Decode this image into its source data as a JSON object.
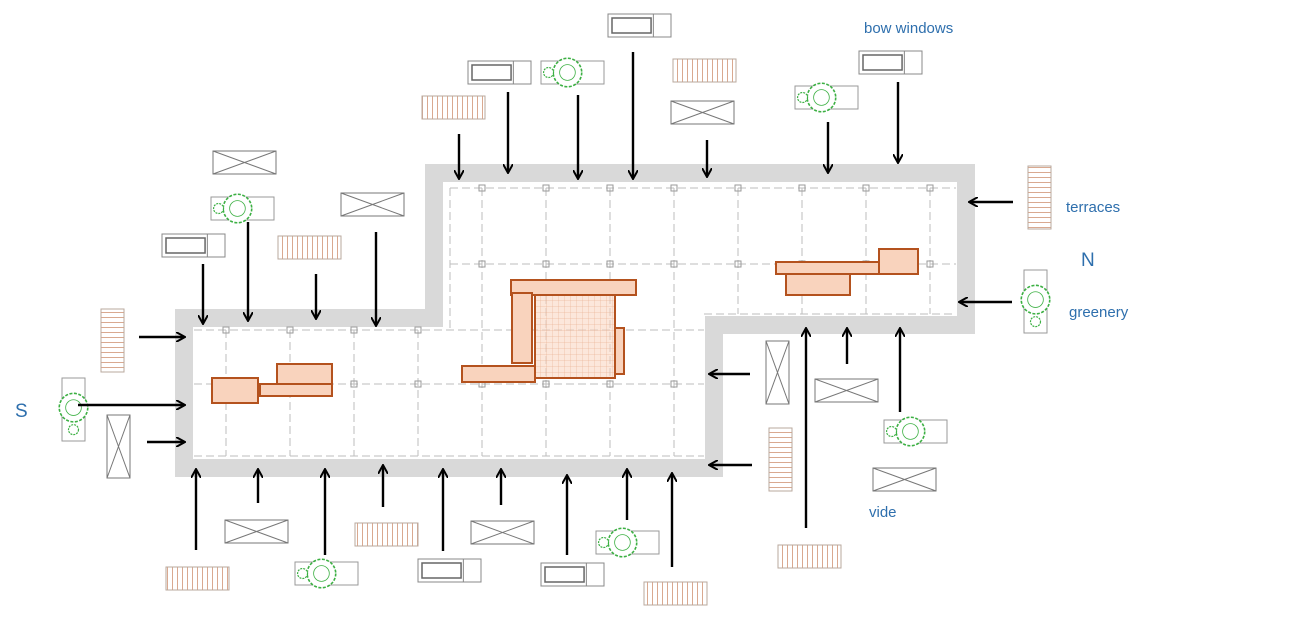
{
  "labels": {
    "bow_windows": "bow windows",
    "terraces": "terraces",
    "greenery": "greenery",
    "vide": "vide",
    "north": "N",
    "south": "S"
  },
  "colors": {
    "label_blue": "#2e6fad",
    "wall_grey": "#d9d9d9",
    "core_orange": "#f9d3bd",
    "core_outline": "#b4521e",
    "tree_green": "#3cb043",
    "terrace_hatch": "#d9a990",
    "arrow": "#000000"
  },
  "legend_icons": [
    "bow-window-icon",
    "terrace-icon",
    "greenery-icon",
    "vide-icon"
  ]
}
